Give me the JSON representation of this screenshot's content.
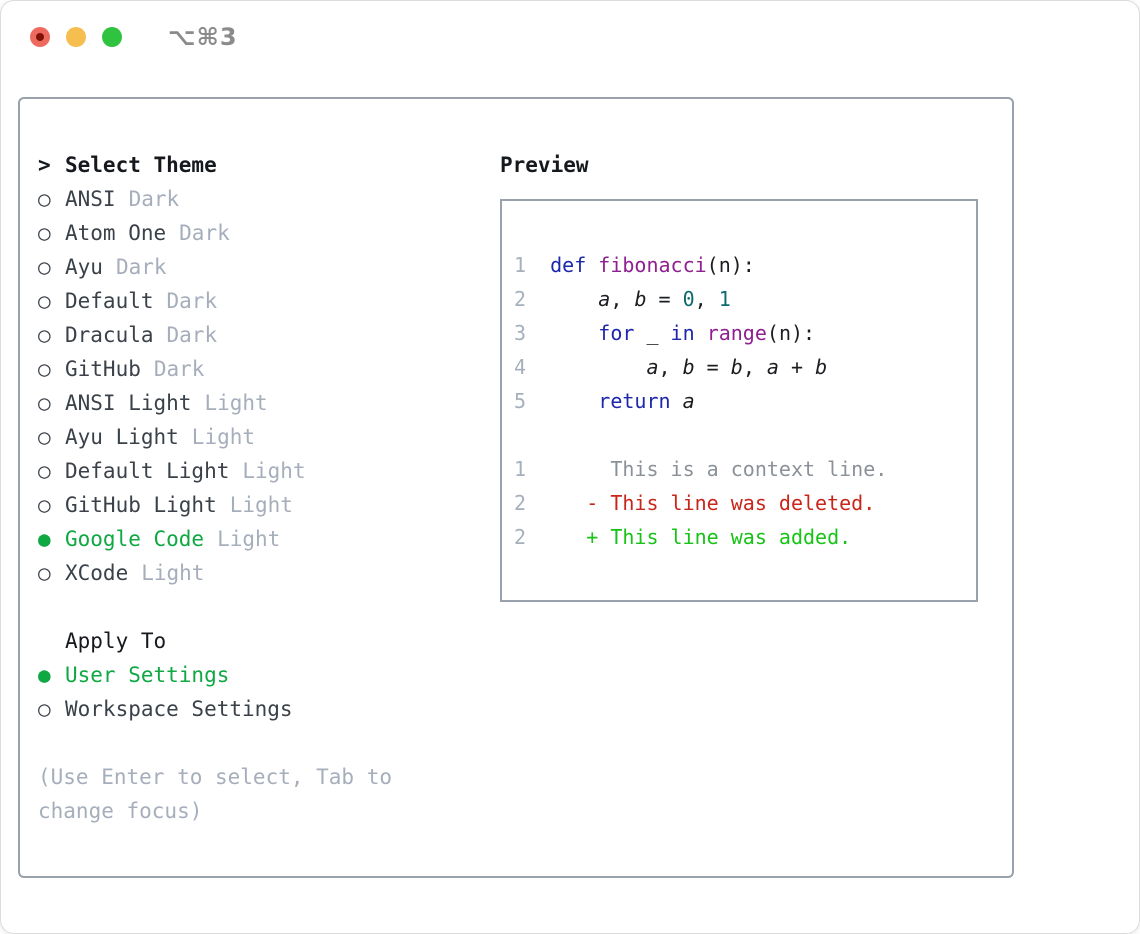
{
  "titlebar": {
    "title": "⌥⌘3"
  },
  "colors": {
    "border": "#98a1ac",
    "heading": "#15181c",
    "text_dark": "#3a4149",
    "muted": "#a6aebb",
    "accent_green": "#0fa843",
    "title_gray": "#8b8b8b",
    "lights": {
      "red": "#ee6a5e",
      "red_dot": "#7d1205",
      "yellow": "#f6bd4f",
      "green": "#2fc340"
    },
    "syntax": {
      "ln": "#a6b0bd",
      "kw": "#1d27ab",
      "fn": "#8e2190",
      "num": "#0b6b6e",
      "pl": "#1b1d21",
      "var": "#1b1d21",
      "ctx": "#8b9199",
      "del": "#c9261b",
      "add": "#16c316"
    }
  },
  "left": {
    "header_prefix": ">",
    "header": "Select Theme",
    "marker_unselected": "○",
    "marker_selected": "●",
    "themes": [
      {
        "name": "ANSI",
        "variant": "Dark",
        "selected": false
      },
      {
        "name": "Atom One",
        "variant": "Dark",
        "selected": false
      },
      {
        "name": "Ayu",
        "variant": "Dark",
        "selected": false
      },
      {
        "name": "Default",
        "variant": "Dark",
        "selected": false
      },
      {
        "name": "Dracula",
        "variant": "Dark",
        "selected": false
      },
      {
        "name": "GitHub",
        "variant": "Dark",
        "selected": false
      },
      {
        "name": "ANSI Light",
        "variant": "Light",
        "selected": false
      },
      {
        "name": "Ayu Light",
        "variant": "Light",
        "selected": false
      },
      {
        "name": "Default Light",
        "variant": "Light",
        "selected": false
      },
      {
        "name": "GitHub Light",
        "variant": "Light",
        "selected": false
      },
      {
        "name": "Google Code",
        "variant": "Light",
        "selected": true
      },
      {
        "name": "XCode",
        "variant": "Light",
        "selected": false
      }
    ],
    "apply_header": "Apply To",
    "apply_options": [
      {
        "name": "User Settings",
        "selected": true
      },
      {
        "name": "Workspace Settings",
        "selected": false
      }
    ],
    "hint": "(Use Enter to select, Tab to change focus)"
  },
  "preview": {
    "title": "Preview",
    "lines": [
      {
        "tokens": [
          [
            "1  ",
            "ln"
          ],
          [
            "def ",
            "kw"
          ],
          [
            "fibonacci",
            "fn"
          ],
          [
            "(n):",
            "pl"
          ]
        ]
      },
      {
        "tokens": [
          [
            "2  ",
            "ln"
          ],
          [
            "    ",
            "pl"
          ],
          [
            "a",
            "var"
          ],
          [
            ", ",
            "pl"
          ],
          [
            "b",
            "var"
          ],
          [
            " = ",
            "pl"
          ],
          [
            "0",
            "num"
          ],
          [
            ", ",
            "pl"
          ],
          [
            "1",
            "num"
          ]
        ]
      },
      {
        "tokens": [
          [
            "3  ",
            "ln"
          ],
          [
            "    ",
            "pl"
          ],
          [
            "for",
            "kw"
          ],
          [
            " _ ",
            "pl"
          ],
          [
            "in",
            "kw"
          ],
          [
            " ",
            "pl"
          ],
          [
            "range",
            "fn"
          ],
          [
            "(n):",
            "pl"
          ]
        ]
      },
      {
        "tokens": [
          [
            "4  ",
            "ln"
          ],
          [
            "        ",
            "pl"
          ],
          [
            "a",
            "var"
          ],
          [
            ", ",
            "pl"
          ],
          [
            "b",
            "var"
          ],
          [
            " = ",
            "pl"
          ],
          [
            "b",
            "var"
          ],
          [
            ", ",
            "pl"
          ],
          [
            "a",
            "var"
          ],
          [
            " + ",
            "pl"
          ],
          [
            "b",
            "var"
          ]
        ]
      },
      {
        "tokens": [
          [
            "5  ",
            "ln"
          ],
          [
            "    ",
            "pl"
          ],
          [
            "return ",
            "kw"
          ],
          [
            "a",
            "var"
          ]
        ]
      },
      {
        "tokens": []
      },
      {
        "tokens": [
          [
            "1  ",
            "ln"
          ],
          [
            "     This is a context line.",
            "ctx"
          ]
        ]
      },
      {
        "tokens": [
          [
            "2  ",
            "ln"
          ],
          [
            "   - This line was deleted.",
            "del"
          ]
        ]
      },
      {
        "tokens": [
          [
            "2  ",
            "ln"
          ],
          [
            "   + This line was added.",
            "add"
          ]
        ]
      }
    ]
  }
}
